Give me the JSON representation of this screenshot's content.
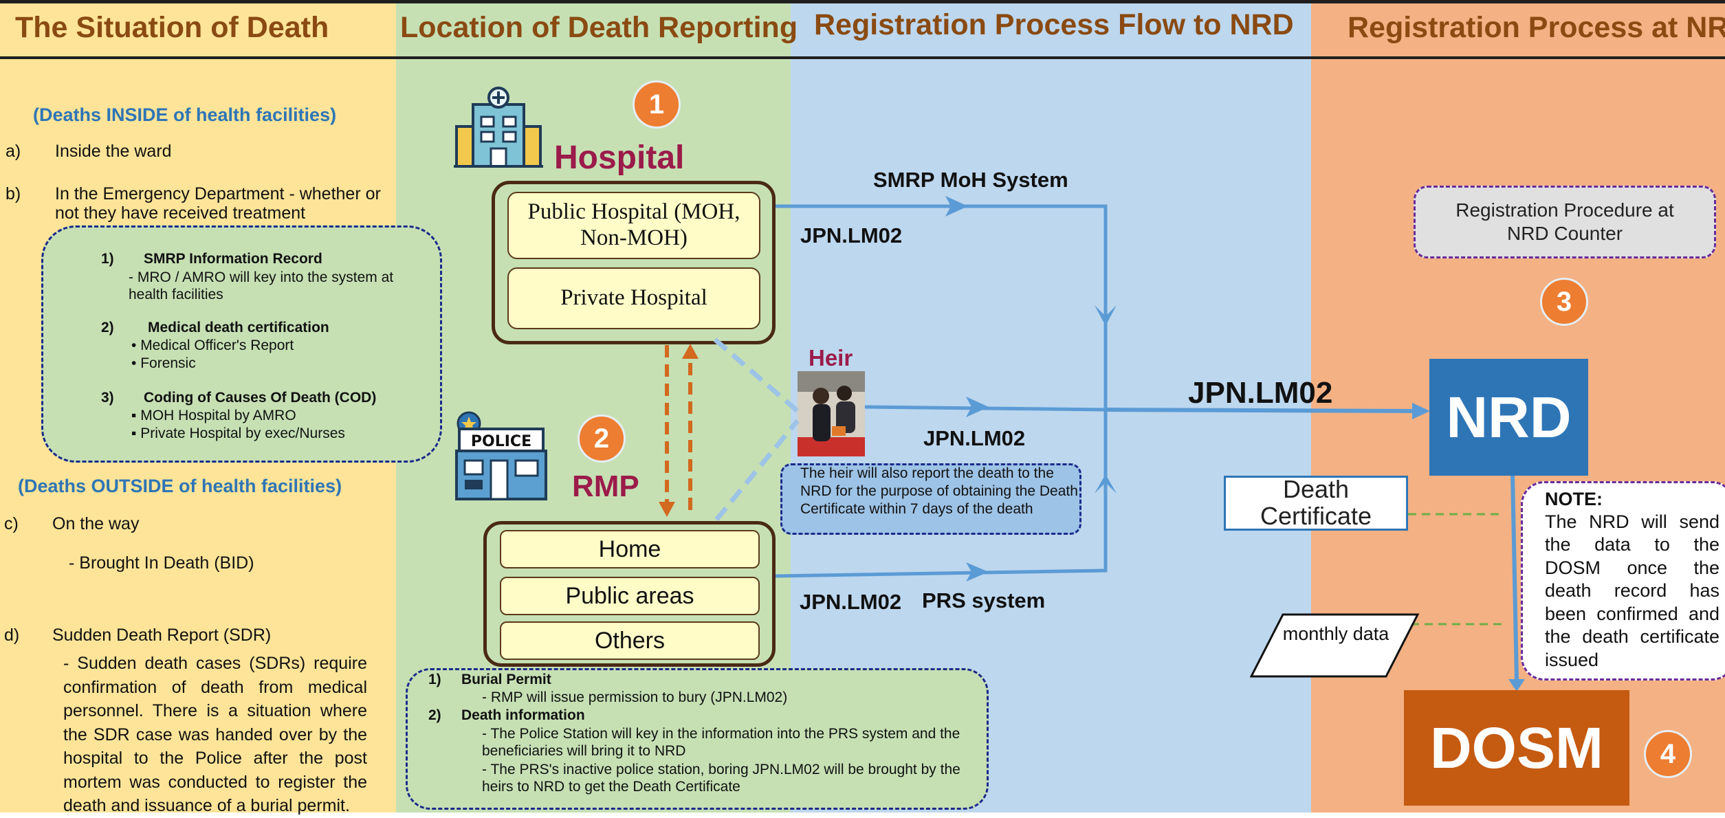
{
  "columns": {
    "situation": "The Situation of Death",
    "location": "Location of Death Reporting",
    "flow": "Registration Process Flow to NRD",
    "registration": "Registration Process at NRD"
  },
  "situation": {
    "inside_heading": "(Deaths INSIDE of health facilities)",
    "item_a_marker": "a)",
    "item_a": "Inside the ward",
    "item_b_marker": "b)",
    "item_b": "In the Emergency Department - whether or not they have received treatment",
    "inside_box": {
      "p1_num": "1)",
      "p1_title": "SMRP Information Record",
      "p1_text": "- MRO / AMRO will key into the system at health facilities",
      "p2_num": "2)",
      "p2_title": "Medical death certification",
      "p2_items": [
        "Medical Officer's Report",
        "Forensic"
      ],
      "p3_num": "3)",
      "p3_title": "Coding of Causes Of Death (COD)",
      "p3_items": [
        "MOH Hospital by AMRO",
        "Private Hospital by exec/Nurses"
      ]
    },
    "outside_heading": "(Deaths OUTSIDE of health facilities)",
    "item_c_marker": "c)",
    "item_c": "On the way",
    "item_c_sub": "- Brought In Death (BID)",
    "item_d_marker": "d)",
    "item_d": "Sudden Death Report (SDR)",
    "item_d_text": "- Sudden death cases (SDRs) require confirmation of death from medical personnel. There is a situation where the SDR case was handed over by the hospital to the Police after the post mortem was conducted to register the death and issuance of a burial permit."
  },
  "location": {
    "hospital_label": "Hospital",
    "public_hospital": "Public Hospital (MOH, Non-MOH)",
    "private_hospital": "Private Hospital",
    "police_sign": "POLICE",
    "rmp_label": "RMP",
    "places": [
      "Home",
      "Public areas",
      "Others"
    ],
    "bottom_box": {
      "p1_num": "1)",
      "p1_title": "Burial Permit",
      "p1_text": "- RMP will issue permission to bury (JPN.LM02)",
      "p2_num": "2)",
      "p2_title": "Death information",
      "p2_lines": [
        "- The Police Station will key in the information into the PRS system and the beneficiaries will bring it to NRD",
        "- The PRS's inactive police station, boring JPN.LM02 will be brought by the heirs to NRD to get the Death Certificate"
      ]
    }
  },
  "flow": {
    "smrp_system": "SMRP MoH System",
    "lm02_top": "JPN.LM02",
    "heir_label": "Heir",
    "lm02_mid": "JPN.LM02",
    "heir_note": "The heir will also report the death to the NRD for the purpose of obtaining the Death Certificate within 7 days of the death",
    "lm02_bottom": "JPN.LM02",
    "prs_system": "PRS system",
    "lm02_main": "JPN.LM02"
  },
  "registration": {
    "counter_box": "Registration Procedure at NRD Counter",
    "nrd": "NRD",
    "death_certificate": "Death Certificate",
    "monthly_data": "monthly data",
    "note_title": "NOTE:",
    "note_text": "The NRD will send the data to the DOSM once the death record has been confirmed and the death certificate issued",
    "dosm": "DOSM"
  },
  "steps": [
    "1",
    "2",
    "3",
    "4"
  ],
  "colors": {
    "situation_bg": "#fde498",
    "location_bg": "#c6e0b4",
    "flow_bg": "#bdd7ee",
    "registration_bg": "#f4b183",
    "header_text": "#8a4a12",
    "step_circle": "#ed7d31",
    "nrd_box": "#2e75b6",
    "dosm_box": "#c55a11",
    "flow_arrow": "#5b9bd5",
    "accent_maroon": "#9b1b4a"
  },
  "icons": [
    "hospital-building-icon",
    "police-station-icon",
    "heir-photo",
    "flow-arrow-icon"
  ]
}
